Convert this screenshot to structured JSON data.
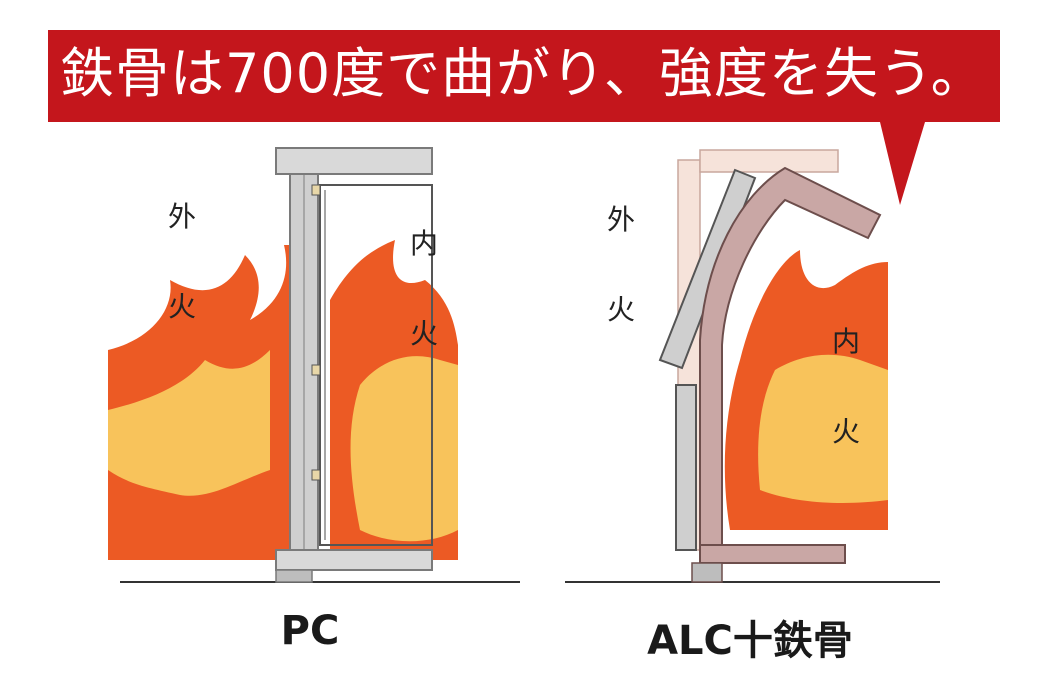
{
  "banner": {
    "text": "鉄骨は700度で曲がり、強度を失う。",
    "color": "#c4161c"
  },
  "panels": [
    {
      "name": "pc",
      "caption": "PC",
      "outside_label": [
        "外",
        "火"
      ],
      "inside_label": [
        "内",
        "火"
      ]
    },
    {
      "name": "alc",
      "caption": "ALC十鉄骨",
      "outside_label": [
        "外",
        "火"
      ],
      "inside_label": [
        "内",
        "火"
      ]
    }
  ],
  "colors": {
    "flame_outer": "#ec5a24",
    "flame_inner": "#f8c35b",
    "wall_gray": "#bfbfbf",
    "alc_pink": "#c9a7a5",
    "alc_light": "#f3dcd4"
  }
}
